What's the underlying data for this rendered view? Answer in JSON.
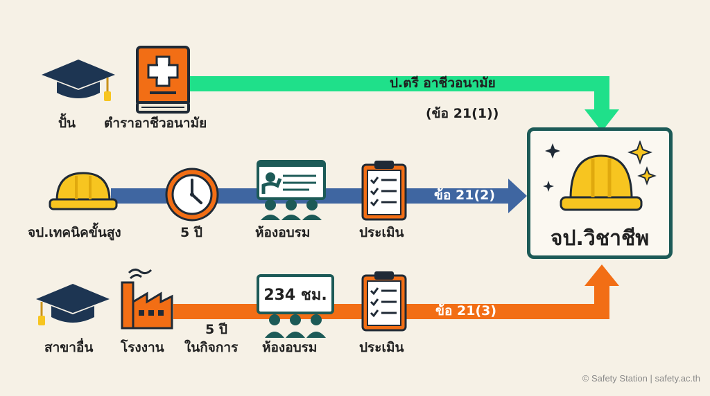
{
  "path1": {
    "labels": {
      "grad": "ปั้น",
      "book": "ตำราอาชีวอนามัย"
    },
    "arrow_title": "ป.ตรี อาชีวอนามัย",
    "arrow_clause": "(ข้อ 21(1))"
  },
  "path2": {
    "labels": {
      "helmet": "จป.เทคนิคขั้นสูง",
      "clock": "5 ปี",
      "training": "ห้องอบรม",
      "eval": "ประเมิน"
    },
    "arrow_clause": "ข้อ 21(2)"
  },
  "path3": {
    "labels": {
      "grad": "สาขาอื่น",
      "factory": "โรงงาน",
      "years": "5 ปี",
      "business": "ในกิจการ",
      "training": "ห้องอบรม",
      "eval": "ประเมิน"
    },
    "hours": "234 ชม.",
    "arrow_clause": "ข้อ 21(3)"
  },
  "target": {
    "title": "จป.วิชาชีพ"
  },
  "footer": "© Safety Station | safety.ac.th",
  "colors": {
    "green": "#1fe08a",
    "blue": "#3f66a1",
    "orange": "#f26e15",
    "teal": "#1c5a57",
    "yellow": "#f7c520",
    "navy": "#1d3552"
  }
}
